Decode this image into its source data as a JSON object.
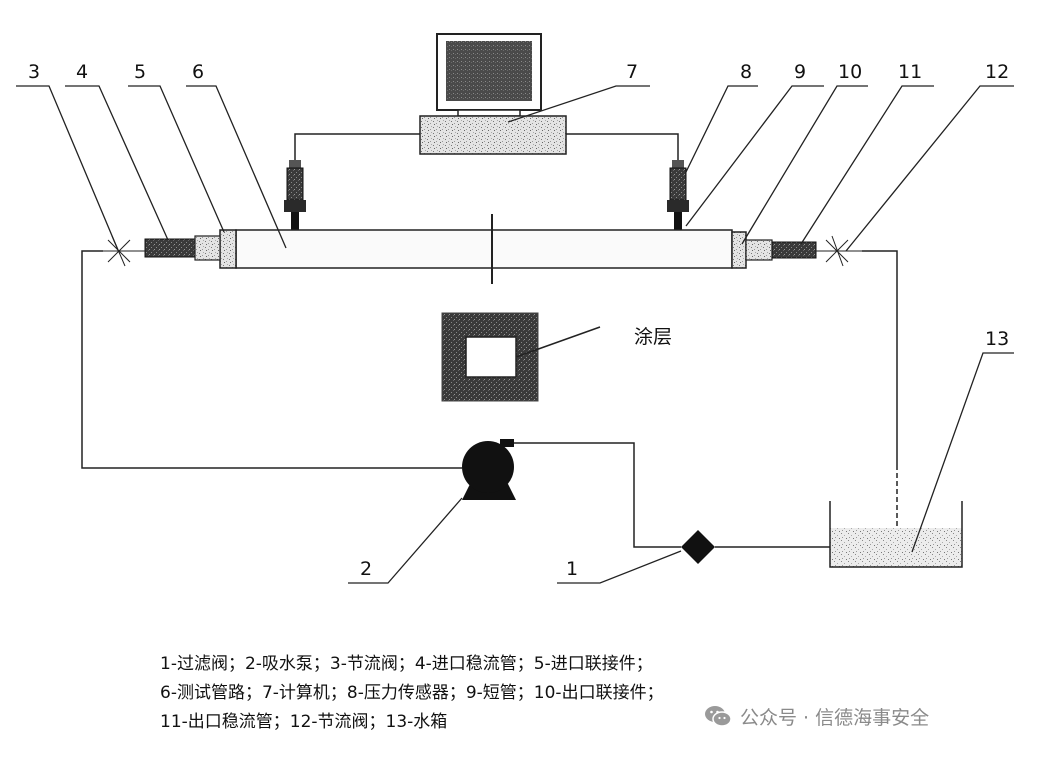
{
  "diagram": {
    "labels": [
      "1",
      "2",
      "3",
      "4",
      "5",
      "6",
      "7",
      "8",
      "9",
      "10",
      "11",
      "12",
      "13"
    ],
    "coating_label": "涂层"
  },
  "legend": {
    "lines": [
      "1-过滤阀；2-吸水泵；3-节流阀；4-进口稳流管；5-进口联接件；",
      "6-测试管路；7-计算机；8-压力传感器；9-短管；10-出口联接件；",
      "11-出口稳流管；12-节流阀；13-水箱"
    ]
  },
  "watermark": {
    "text": "公众号 · 信德海事安全",
    "icon": "wechat-icon"
  }
}
